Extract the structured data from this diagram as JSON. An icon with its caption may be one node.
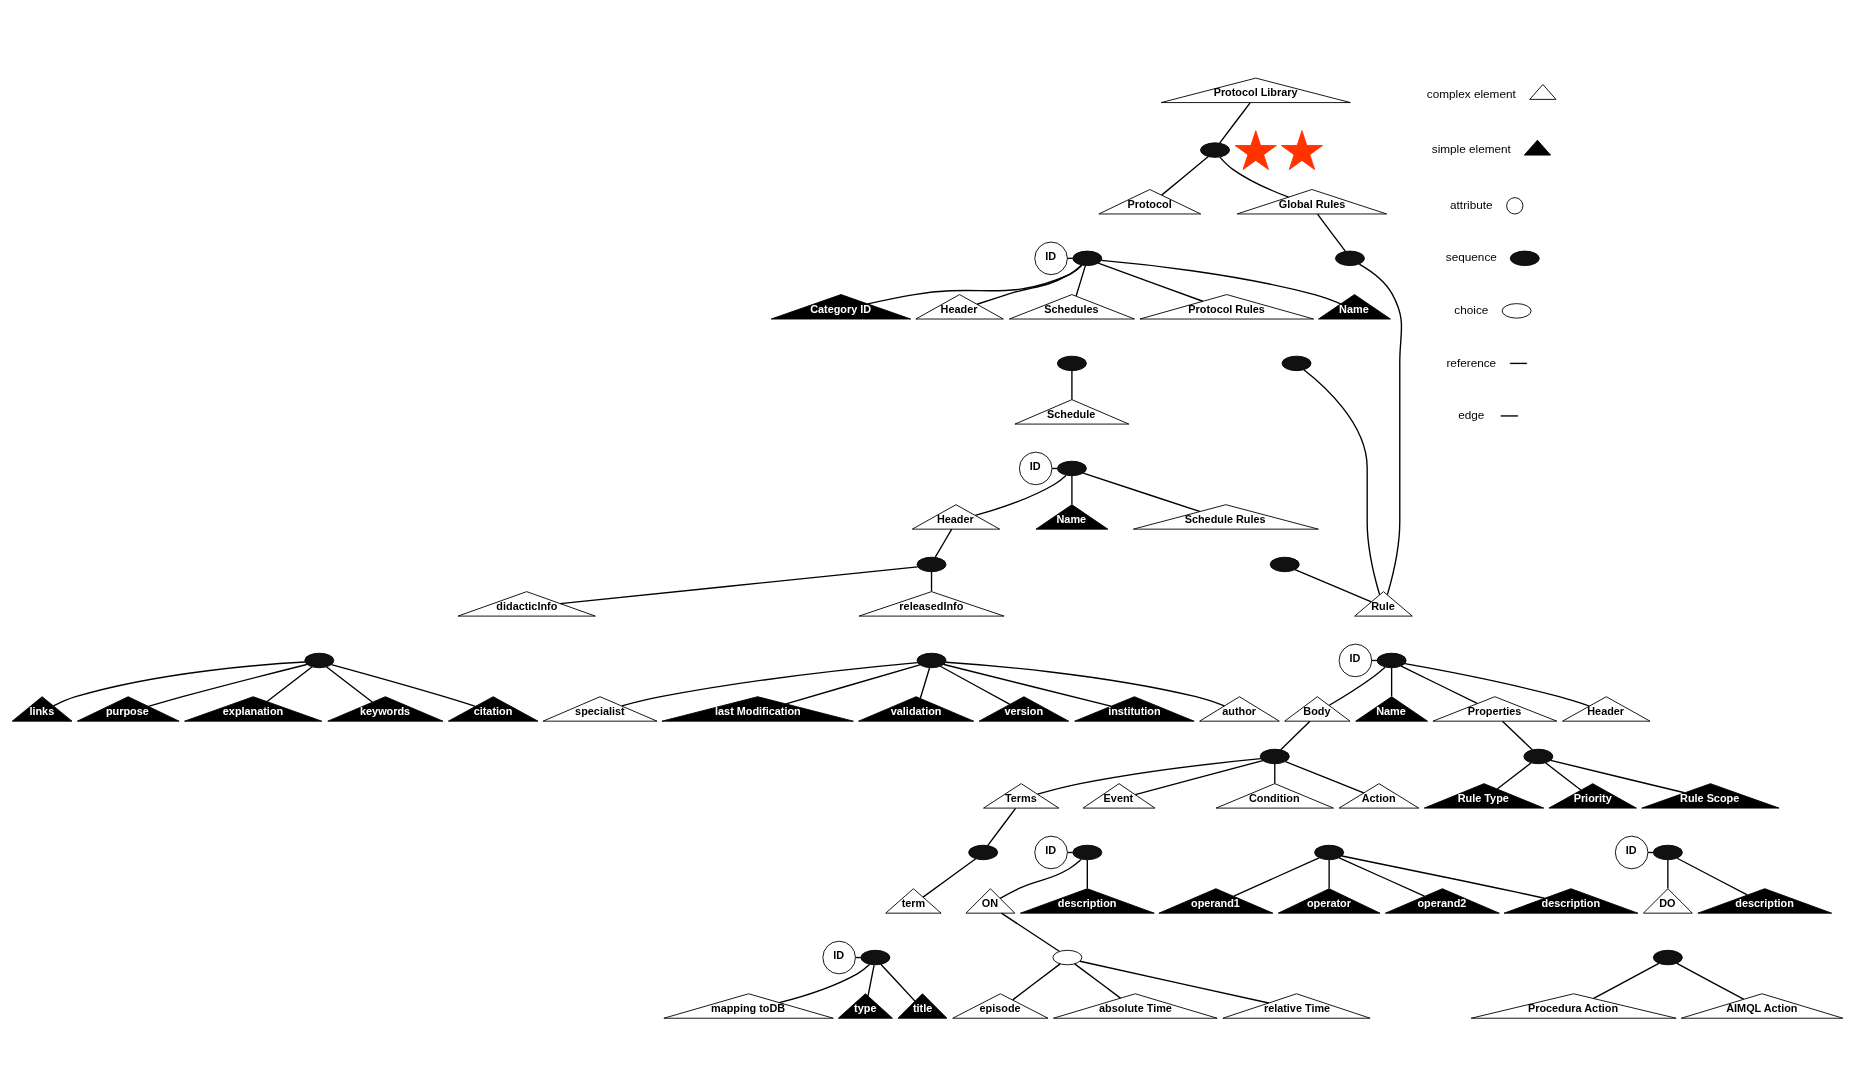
{
  "diagram": {
    "nodes": [
      {
        "text": [
          "Protocol Library"
        ]
      },
      {
        "text": [],
        "shape": "ellipse"
      },
      {
        "text": [
          "Protocol"
        ]
      },
      {
        "text": [
          "Global Rules"
        ]
      },
      {
        "text": [
          "ID"
        ]
      },
      {
        "text": [],
        "shape": "ellipse"
      },
      {
        "text": [
          "Name"
        ]
      },
      {
        "text": [
          "Category ID"
        ]
      },
      {
        "text": [
          "Header"
        ]
      },
      {
        "text": [
          "Schedules"
        ]
      },
      {
        "text": [
          "Protocol Rules"
        ]
      },
      {
        "text": [],
        "shape": "ellipse"
      },
      {
        "text": [
          "Rule"
        ]
      },
      {
        "text": [],
        "shape": "ellipse"
      },
      {
        "text": [],
        "shape": "ellipse"
      },
      {
        "text": [
          "ID"
        ]
      },
      {
        "text": [],
        "shape": "ellipse"
      },
      {
        "text": [
          "Schedule"
        ]
      },
      {
        "text": [
          "ID"
        ]
      },
      {
        "text": [],
        "shape": "ellipse"
      },
      {
        "text": [
          "Name"
        ]
      },
      {
        "text": [
          "Properties"
        ]
      },
      {
        "text": [
          "Header"
        ]
      },
      {
        "text": [
          "Body"
        ]
      },
      {
        "text": [
          "Name"
        ]
      },
      {
        "text": [
          "Header"
        ]
      },
      {
        "text": [
          "Schedule Rules"
        ]
      },
      {
        "text": [],
        "shape": "ellipse"
      },
      {
        "text": [],
        "shape": "ellipse"
      },
      {
        "text": [],
        "shape": "ellipse"
      },
      {
        "text": [],
        "shape": "ellipse"
      },
      {
        "text": [
          "Rule Scope"
        ]
      },
      {
        "text": [
          "Rule Type"
        ]
      },
      {
        "text": [
          "Priority"
        ]
      },
      {
        "text": [
          "Terms"
        ]
      },
      {
        "text": [
          "Event"
        ]
      },
      {
        "text": [
          "Condition"
        ]
      },
      {
        "text": [
          "Action"
        ]
      },
      {
        "text": [],
        "shape": "ellipse"
      },
      {
        "text": [
          "ID"
        ]
      },
      {
        "text": [],
        "shape": "ellipse"
      },
      {
        "text": [],
        "shape": "ellipse"
      },
      {
        "text": [
          "ID"
        ]
      },
      {
        "text": [],
        "shape": "ellipse"
      },
      {
        "text": [
          "releasedInfo"
        ]
      },
      {
        "text": [
          "didacticInfo"
        ]
      },
      {
        "text": [
          "term"
        ]
      },
      {
        "text": [
          "description"
        ]
      },
      {
        "text": [
          "ON"
        ]
      },
      {
        "text": [
          "description"
        ]
      },
      {
        "text": [
          "operand1"
        ]
      },
      {
        "text": [
          "operator"
        ]
      },
      {
        "text": [
          "operand2"
        ]
      },
      {
        "text": [
          "description"
        ]
      },
      {
        "text": [
          "DO"
        ]
      },
      {
        "text": [],
        "shape": "ellipse"
      },
      {
        "text": [],
        "shape": "ellipse"
      },
      {
        "text": [
          "ID"
        ]
      },
      {
        "text": [],
        "shape": "ellipse"
      },
      {
        "text": [],
        "shape": "ellipse"
      },
      {
        "text": [],
        "shape": "ellipse"
      },
      {
        "text": [
          "version"
        ]
      },
      {
        "text": [
          "institution"
        ]
      },
      {
        "text": [
          "author"
        ]
      },
      {
        "text": [
          "specialist"
        ]
      },
      {
        "text": [
          "last Modification"
        ]
      },
      {
        "text": [
          "validation"
        ]
      },
      {
        "text": [
          "purpose"
        ]
      },
      {
        "text": [
          "explanation"
        ]
      },
      {
        "text": [
          "keywords"
        ]
      },
      {
        "text": [
          "citation"
        ]
      },
      {
        "text": [
          "links"
        ]
      },
      {
        "text": [
          "type"
        ]
      },
      {
        "text": [
          "title"
        ]
      },
      {
        "text": [
          "mapping toDB"
        ]
      },
      {
        "text": [
          "absolute Time"
        ]
      },
      {
        "text": [
          "relative Time"
        ]
      },
      {
        "text": [
          "episode"
        ]
      },
      {
        "text": [
          "Procedura Action"
        ]
      },
      {
        "text": [
          "AIMQL Action"
        ]
      },
      {
        "text": [],
        "shape": "star"
      },
      {
        "text": [],
        "shape": "star"
      }
    ],
    "edges": [
      {
        "from": 0,
        "to": 1,
        "arrow": "none"
      },
      {
        "from": 1,
        "to": 2,
        "arrow": "none"
      },
      {
        "from": 1,
        "to": 3,
        "arrow": "none"
      },
      {
        "from": 3,
        "to": 11,
        "arrow": "none"
      },
      {
        "from": 4,
        "to": 5,
        "arrow": "none"
      },
      {
        "from": 5,
        "to": 6,
        "arrow": "none"
      },
      {
        "from": 5,
        "to": 7,
        "arrow": "none"
      },
      {
        "from": 5,
        "to": 8,
        "arrow": "none"
      },
      {
        "from": 5,
        "to": 9,
        "arrow": "none"
      },
      {
        "from": 5,
        "to": 10,
        "arrow": "none"
      },
      {
        "from": 11,
        "to": 12,
        "arrow": "none"
      },
      {
        "from": 14,
        "to": 12,
        "arrow": "none"
      },
      {
        "from": 30,
        "to": 12,
        "arrow": "none"
      },
      {
        "from": 13,
        "to": 17,
        "arrow": "none"
      },
      {
        "from": 15,
        "to": 16,
        "arrow": "none"
      },
      {
        "from": 16,
        "to": 20,
        "arrow": "none"
      },
      {
        "from": 16,
        "to": 21,
        "arrow": "none"
      },
      {
        "from": 16,
        "to": 22,
        "arrow": "none"
      },
      {
        "from": 16,
        "to": 23,
        "arrow": "none"
      },
      {
        "from": 18,
        "to": 19,
        "arrow": "none"
      },
      {
        "from": 19,
        "to": 24,
        "arrow": "none"
      },
      {
        "from": 19,
        "to": 25,
        "arrow": "none"
      },
      {
        "from": 19,
        "to": 26,
        "arrow": "none"
      },
      {
        "from": 21,
        "to": 27,
        "arrow": "none"
      },
      {
        "from": 23,
        "to": 28,
        "arrow": "none"
      },
      {
        "from": 25,
        "to": 29,
        "arrow": "none"
      },
      {
        "from": 27,
        "to": 31,
        "arrow": "none"
      },
      {
        "from": 27,
        "to": 32,
        "arrow": "none"
      },
      {
        "from": 27,
        "to": 33,
        "arrow": "none"
      },
      {
        "from": 28,
        "to": 34,
        "arrow": "none"
      },
      {
        "from": 28,
        "to": 35,
        "arrow": "none"
      },
      {
        "from": 28,
        "to": 36,
        "arrow": "none"
      },
      {
        "from": 28,
        "to": 37,
        "arrow": "none"
      },
      {
        "from": 34,
        "to": 38,
        "arrow": "none"
      },
      {
        "from": 39,
        "to": 40,
        "arrow": "none"
      },
      {
        "from": 42,
        "to": 43,
        "arrow": "none"
      },
      {
        "from": 38,
        "to": 46,
        "arrow": "none"
      },
      {
        "from": 40,
        "to": 47,
        "arrow": "none"
      },
      {
        "from": 40,
        "to": 48,
        "arrow": "none"
      },
      {
        "from": 41,
        "to": 49,
        "arrow": "none"
      },
      {
        "from": 41,
        "to": 50,
        "arrow": "none"
      },
      {
        "from": 41,
        "to": 51,
        "arrow": "none"
      },
      {
        "from": 41,
        "to": 52,
        "arrow": "none"
      },
      {
        "from": 43,
        "to": 53,
        "arrow": "none"
      },
      {
        "from": 43,
        "to": 54,
        "arrow": "none"
      },
      {
        "from": 29,
        "to": 44,
        "arrow": "none"
      },
      {
        "from": 29,
        "to": 45,
        "arrow": "none"
      },
      {
        "from": 57,
        "to": 58,
        "arrow": "none"
      },
      {
        "from": 48,
        "to": 59,
        "arrow": "none"
      },
      {
        "from": 55,
        "to": 61,
        "arrow": "none"
      },
      {
        "from": 55,
        "to": 62,
        "arrow": "none"
      },
      {
        "from": 55,
        "to": 63,
        "arrow": "none"
      },
      {
        "from": 55,
        "to": 64,
        "arrow": "none"
      },
      {
        "from": 55,
        "to": 65,
        "arrow": "none"
      },
      {
        "from": 55,
        "to": 66,
        "arrow": "none"
      },
      {
        "from": 56,
        "to": 67,
        "arrow": "none"
      },
      {
        "from": 56,
        "to": 68,
        "arrow": "none"
      },
      {
        "from": 56,
        "to": 69,
        "arrow": "none"
      },
      {
        "from": 56,
        "to": 70,
        "arrow": "none"
      },
      {
        "from": 56,
        "to": 71,
        "arrow": "none"
      },
      {
        "from": 58,
        "to": 72,
        "arrow": "none"
      },
      {
        "from": 58,
        "to": 73,
        "arrow": "none"
      },
      {
        "from": 58,
        "to": 74,
        "arrow": "none"
      },
      {
        "from": 59,
        "to": 75,
        "arrow": "none"
      },
      {
        "from": 59,
        "to": 76,
        "arrow": "none"
      },
      {
        "from": 59,
        "to": 77,
        "arrow": "none"
      },
      {
        "from": 60,
        "to": 78,
        "arrow": "none"
      },
      {
        "from": 60,
        "to": 79,
        "arrow": "none"
      }
    ],
    "legend": [
      {
        "text": "complex element"
      },
      {
        "text": "simple element"
      },
      {
        "text": "attribute"
      },
      {
        "text": "sequence"
      },
      {
        "text": "choice"
      },
      {
        "text": "reference"
      },
      {
        "text": "edge"
      }
    ]
  }
}
